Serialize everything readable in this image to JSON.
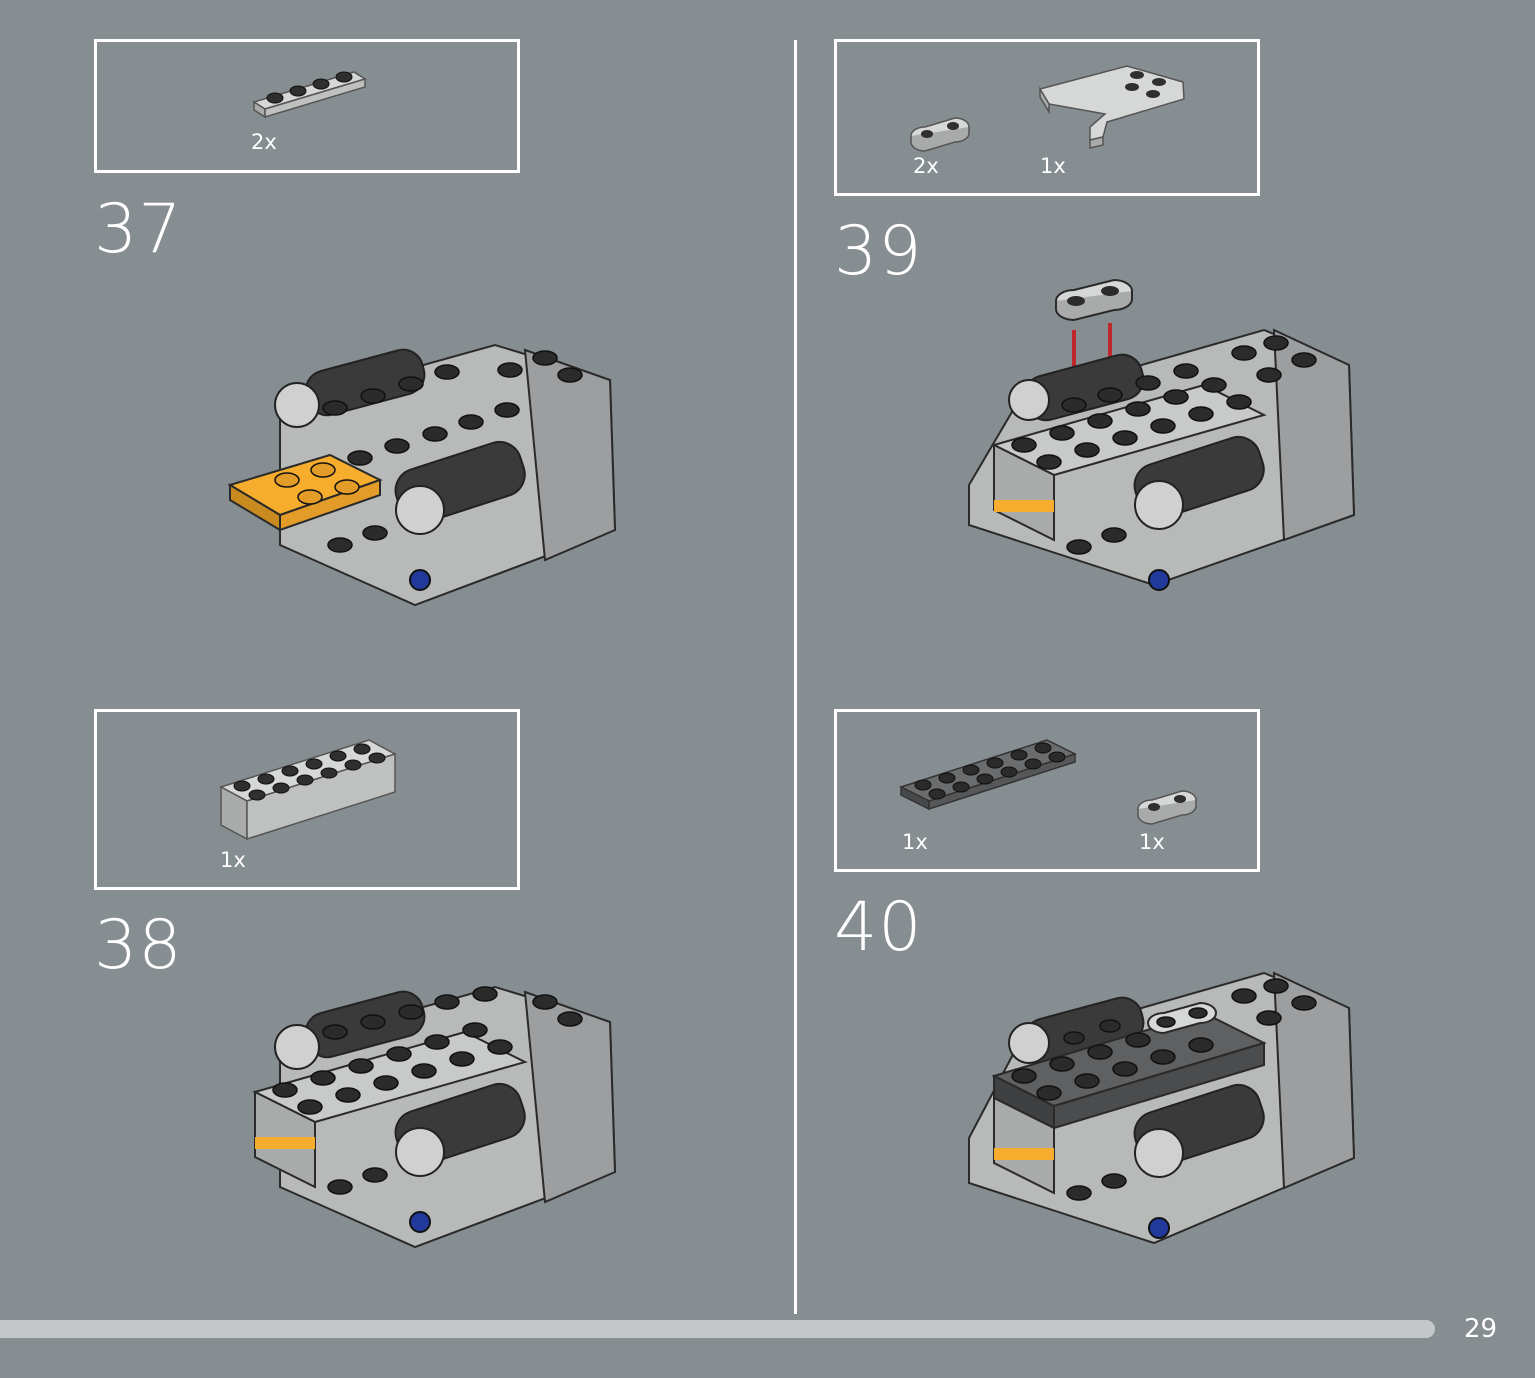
{
  "page": {
    "number": "29",
    "background": "#878e91"
  },
  "colors": {
    "light_bluish_gray": "#bfc1c1",
    "dark_gray": "#4f5152",
    "black": "#2b2b2b",
    "orange": "#f6ad2e",
    "arrow_red": "#c0272d",
    "dark_blue": "#20399a"
  },
  "steps": [
    {
      "number": "37",
      "parts": [
        {
          "quantity": "2x",
          "part": "plate-1x4-icon",
          "color": "light_bluish_gray"
        }
      ]
    },
    {
      "number": "38",
      "parts": [
        {
          "quantity": "1x",
          "part": "brick-2x6-icon",
          "color": "light_bluish_gray"
        }
      ]
    },
    {
      "number": "39",
      "parts": [
        {
          "quantity": "2x",
          "part": "plate-1x2-rounded-icon",
          "color": "light_bluish_gray"
        },
        {
          "quantity": "1x",
          "part": "wedge-plate-icon",
          "color": "light_bluish_gray"
        }
      ]
    },
    {
      "number": "40",
      "parts": [
        {
          "quantity": "1x",
          "part": "plate-2x6-icon",
          "color": "dark_gray"
        },
        {
          "quantity": "1x",
          "part": "plate-1x2-rounded-icon",
          "color": "light_bluish_gray"
        }
      ]
    }
  ]
}
